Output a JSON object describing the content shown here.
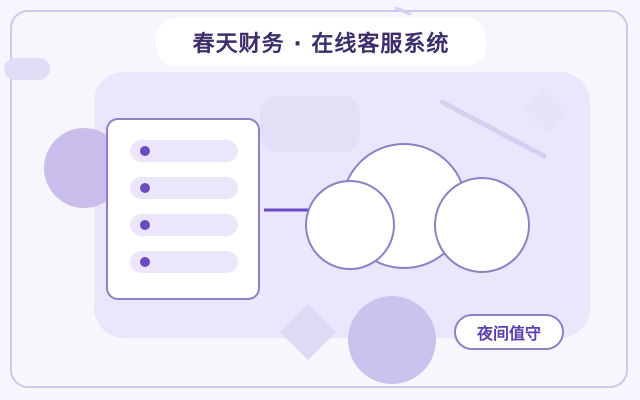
{
  "header": {
    "title": "春天财务 · 在线客服系统"
  },
  "status": {
    "badge_label": "夜间值守"
  },
  "illustration": {
    "list_rows": 4,
    "icons": [
      "chat-list-icon",
      "cloud-icon",
      "connector-line-icon"
    ]
  },
  "colors": {
    "accent": "#6a4cc2",
    "border": "#8e80c4",
    "panel": "#ebe6fb",
    "title_text": "#3c2d6b"
  }
}
